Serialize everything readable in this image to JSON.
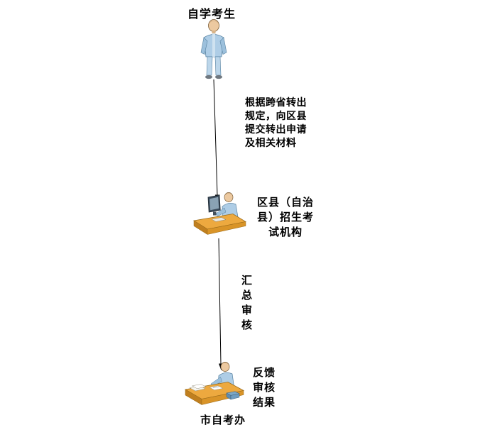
{
  "diagram": {
    "title_node": {
      "label": "自学考生"
    },
    "nodes": {
      "district_office": {
        "lines": [
          "区县（自治",
          "县）招生考",
          "试机构"
        ]
      },
      "city_office": {
        "label": "市自考办"
      }
    },
    "edges": {
      "apply": {
        "lines": [
          "根据跨省转出",
          "规定，向区县",
          "提交转出申请",
          "及相关材料"
        ]
      },
      "review": {
        "chars": [
          "汇",
          "总",
          "审",
          "核"
        ]
      },
      "feedback": {
        "lines": [
          "反馈",
          "审核",
          "结果"
        ]
      }
    },
    "colors": {
      "skin": "#ecc9a0",
      "shirt_blue": "#aecde6",
      "desk_orange": "#eda93f",
      "line_black": "#000000"
    }
  }
}
